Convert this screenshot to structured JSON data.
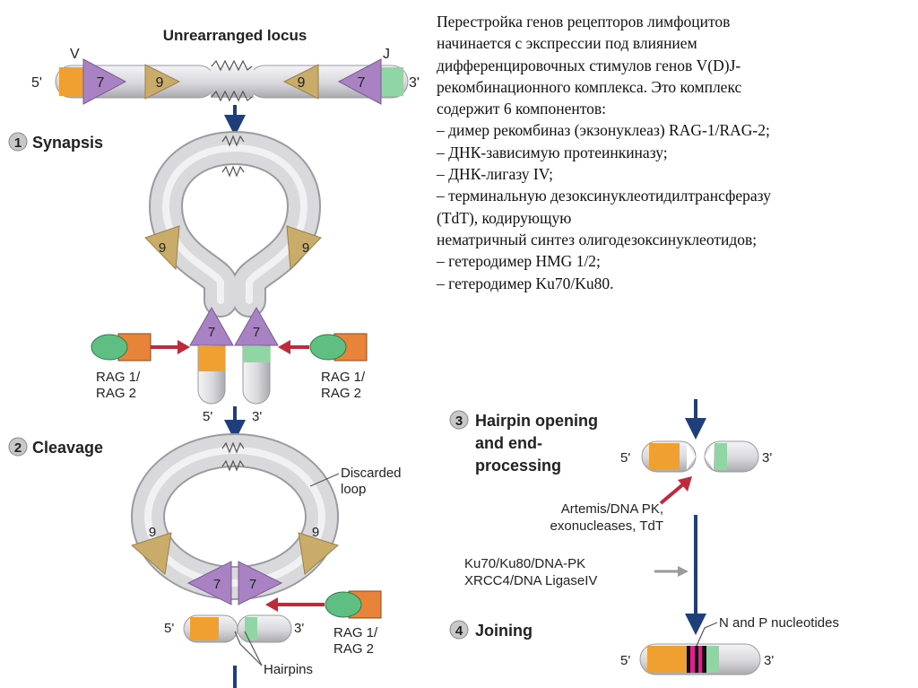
{
  "colors": {
    "tube": "#d9d9dc",
    "tube_edge": "#9a9aa0",
    "v_segment": "#f0a030",
    "j_segment": "#8fd6a4",
    "heptamer": "#a982c4",
    "nonamer": "#c9ac6a",
    "rag_oval": "#5fbf82",
    "rag_box": "#e7843a",
    "arrow_blue": "#1f3f7a",
    "arrow_red": "#c0283c",
    "arrow_gray": "#9a9a9a",
    "n_p_nucleotides": "#e0208c"
  },
  "diagram": {
    "title": "Unrearranged locus",
    "v_label": "V",
    "j_label": "J",
    "end5": "5'",
    "end3": "3'",
    "heptamer_label": "7",
    "nonamer_label": "9",
    "steps": [
      {
        "number": "1",
        "label": "Synapsis"
      },
      {
        "number": "2",
        "label": "Cleavage"
      },
      {
        "number": "3",
        "label_lines": [
          "Hairpin opening",
          "and end-",
          "processing"
        ]
      },
      {
        "number": "4",
        "label": "Joining"
      }
    ],
    "rag_label_lines": [
      "RAG 1/",
      "RAG 2"
    ],
    "discarded_loop_lines": [
      "Discarded",
      "loop"
    ],
    "hairpins": "Hairpins",
    "enzymes_a_lines": [
      "Artemis/DNA PK,",
      "exonucleases, TdT"
    ],
    "enzymes_b_lines": [
      "Ku70/Ku80/DNA-PK",
      "XRCC4/DNA LigaseIV"
    ],
    "np_label": "N and P nucleotides"
  },
  "text_block": {
    "lines": [
      "Перестройка генов рецепторов лимфоцитов",
      "начинается с экспрессии под влиянием",
      "дифференцировочных стимулов генов V(D)J-",
      "рекомбинационного комплекса. Это комплекс",
      "содержит 6 компонентов:",
      "– димер рекомбиназ (экзонуклеаз) RAG-1/RAG-2;",
      "– ДНК-зависимую протеинкиназу;",
      "– ДНК-лигазу IV;",
      "– терминальную дезоксинуклеотидилтрансферазу",
      "(TdT), кодирующую",
      "нематричный синтез олигодезоксинуклеотидов;",
      "– гетеродимер HMG 1/2;",
      "– гетеродимер Ku70/Ku80."
    ]
  }
}
